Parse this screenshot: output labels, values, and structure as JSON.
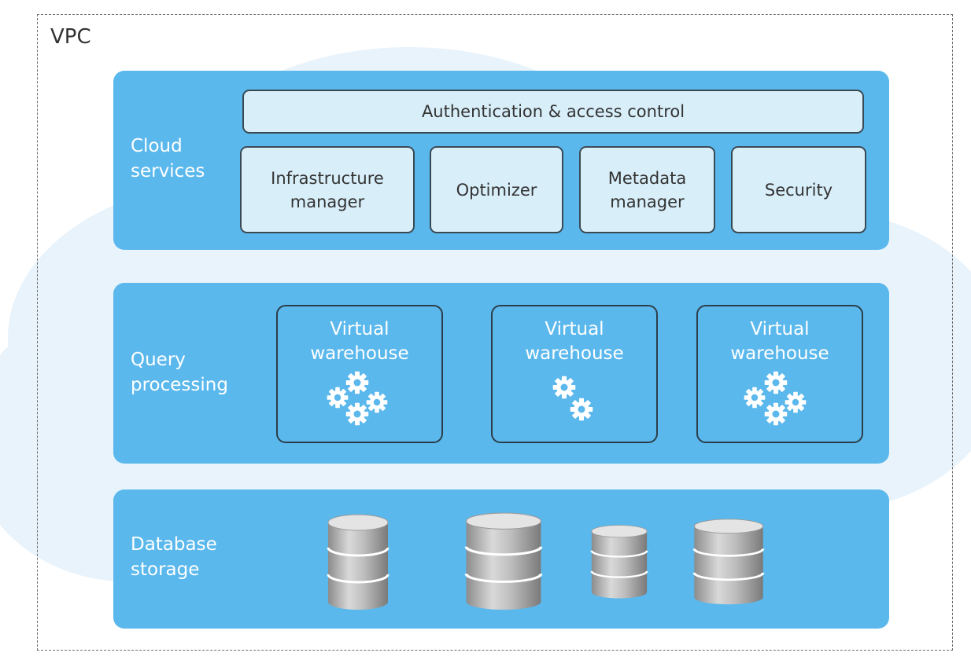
{
  "vpc": {
    "label": "VPC"
  },
  "layers": {
    "cloud_services": {
      "label": "Cloud\nservices",
      "auth_bar": "Authentication & access control",
      "services": [
        "Infrastructure\nmanager",
        "Optimizer",
        "Metadata\nmanager",
        "Security"
      ]
    },
    "query_processing": {
      "label": "Query\nprocessing",
      "warehouses": [
        {
          "label": "Virtual\nwarehouse",
          "gear_count": 4
        },
        {
          "label": "Virtual\nwarehouse",
          "gear_count": 2
        },
        {
          "label": "Virtual\nwarehouse",
          "gear_count": 4
        }
      ]
    },
    "database_storage": {
      "label": "Database\nstorage",
      "databases": [
        "database-icon",
        "database-icon",
        "database-icon",
        "database-icon"
      ]
    }
  },
  "colors": {
    "layer_fill": "#5bb8ec",
    "box_fill": "#d8eef9",
    "cloud_fill": "#e9f4fb"
  }
}
